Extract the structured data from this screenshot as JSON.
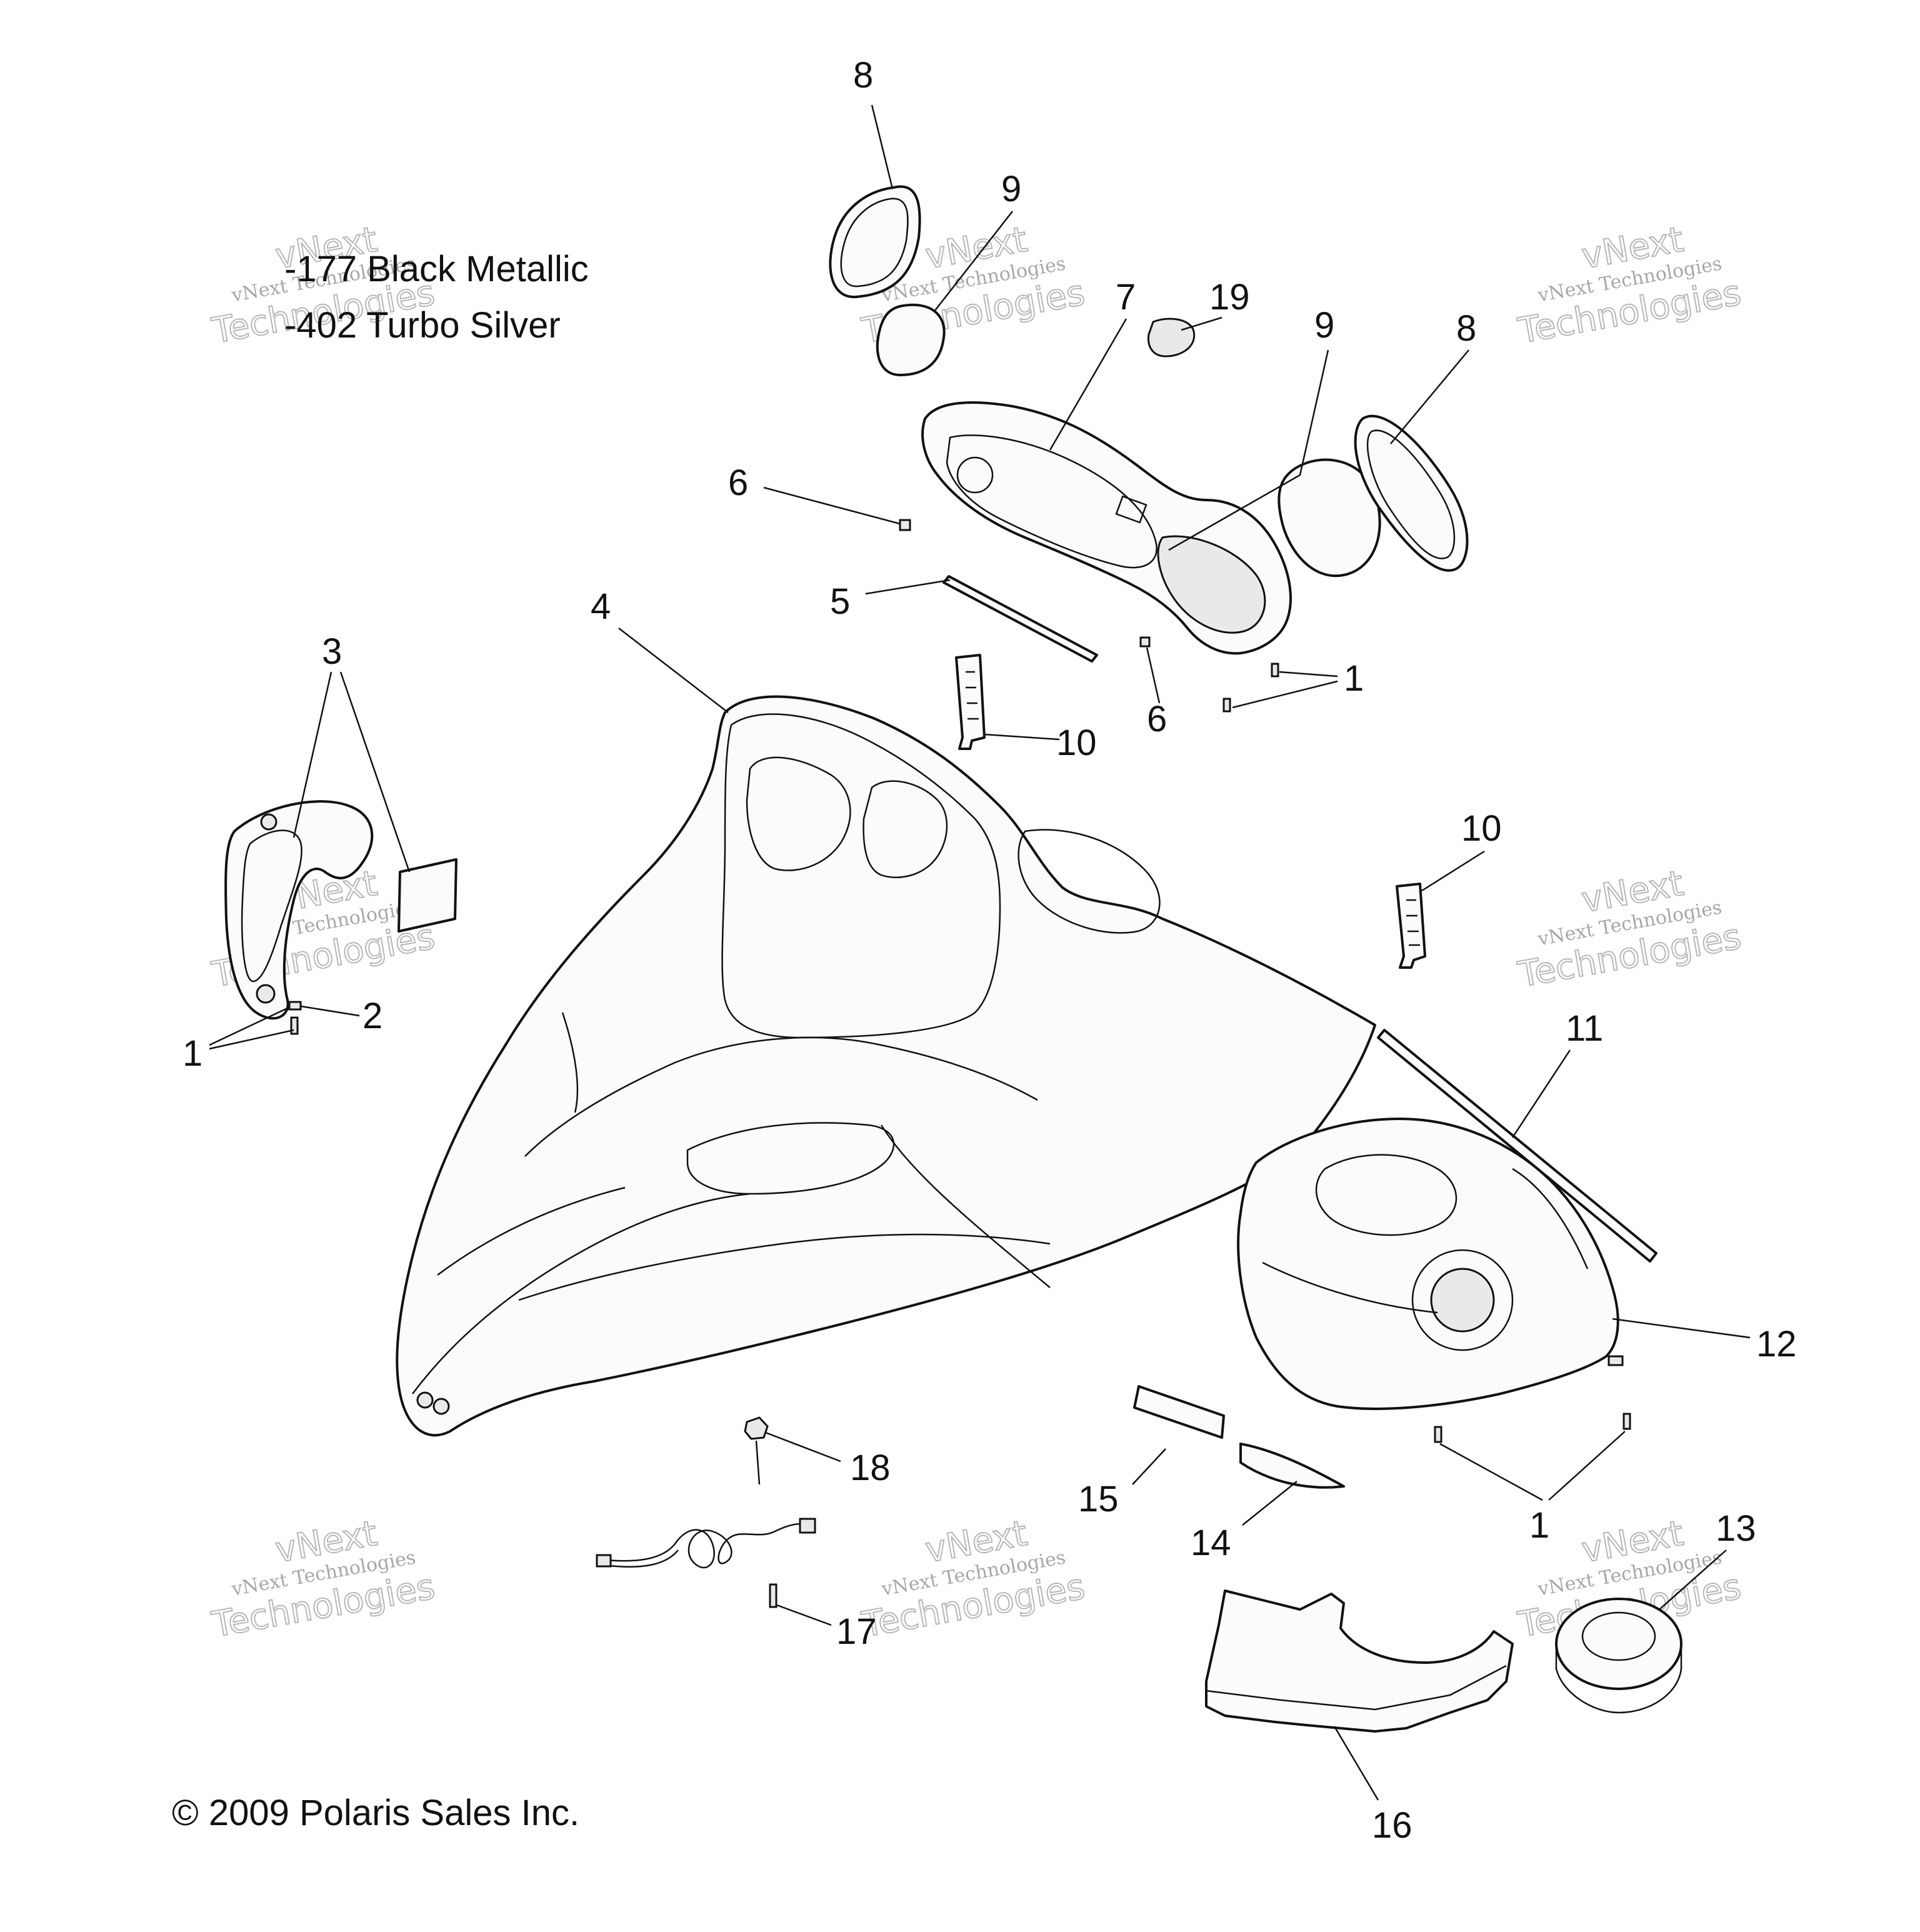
{
  "color_notes": [
    "-177 Black Metallic",
    "-402 Turbo Silver"
  ],
  "copyright": "© 2009 Polaris Sales Inc.",
  "watermark": {
    "brand": "vNext",
    "line1": "vNext Technologies",
    "line2": "Technologies"
  },
  "callouts": [
    "8",
    "9",
    "7",
    "19",
    "9",
    "8",
    "6",
    "5",
    "4",
    "3",
    "6",
    "1",
    "10",
    "10",
    "2",
    "1",
    "11",
    "12",
    "18",
    "15",
    "14",
    "1",
    "13",
    "17",
    "16"
  ],
  "colors": {
    "ink": "#111111",
    "watermark": "#8a8a8a",
    "background": "#ffffff"
  }
}
